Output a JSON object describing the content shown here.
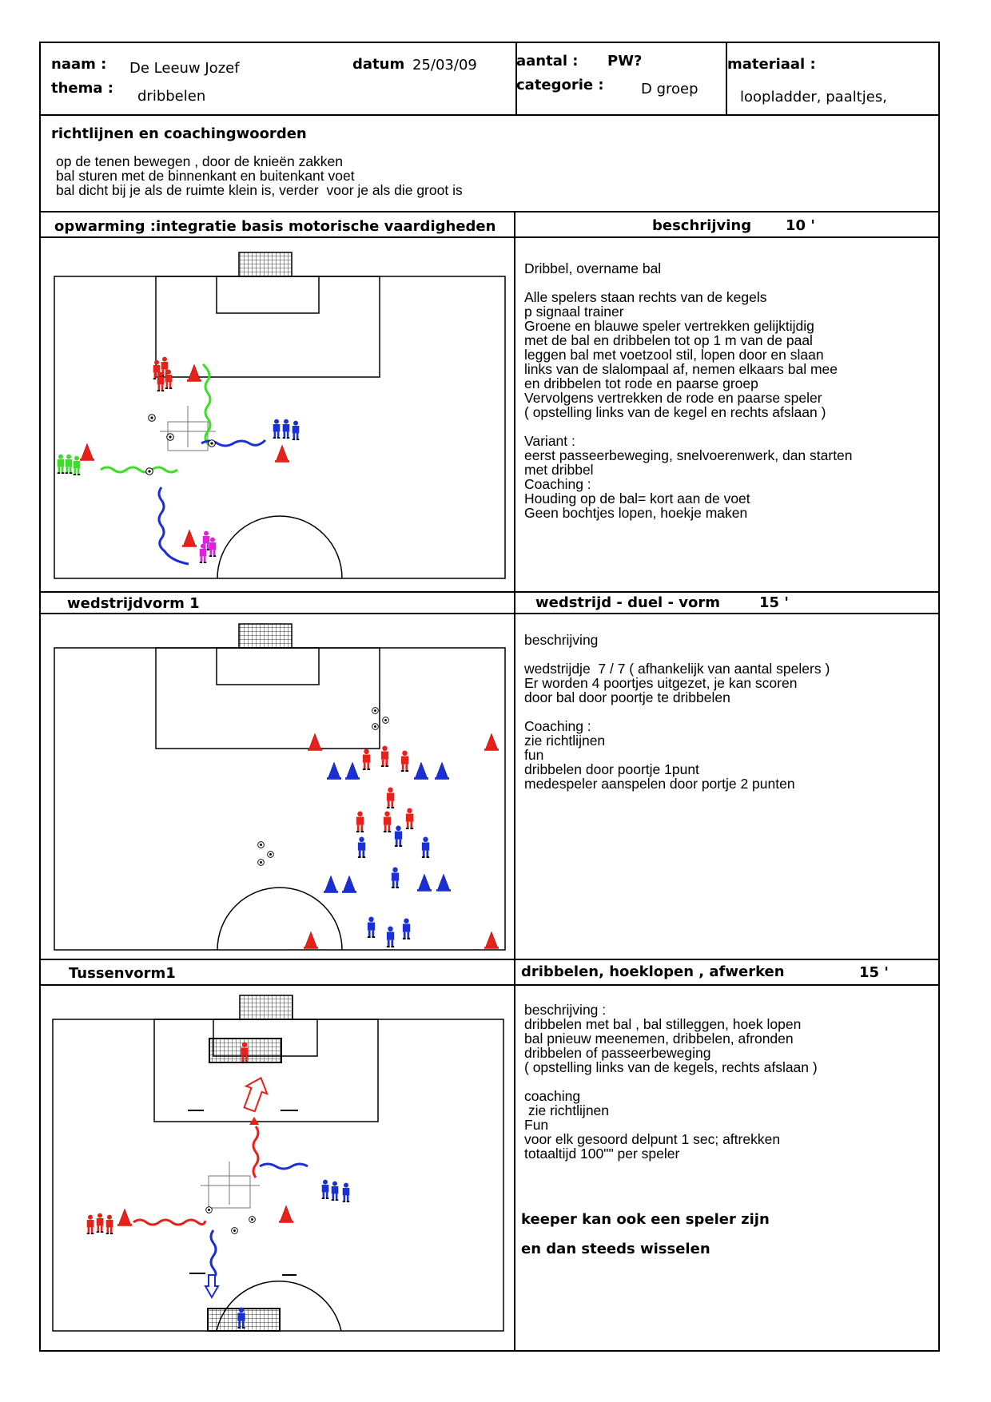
{
  "header": {
    "naam_label": "naam :",
    "naam_value": "De Leeuw Jozef",
    "thema_label": "thema :",
    "thema_value": "dribbelen",
    "datum_label": "datum",
    "datum_value": "25/03/09",
    "aantal_label": "aantal :",
    "aantal_value": "PW?",
    "categorie_label": "categorie :",
    "categorie_value": "D groep",
    "materiaal_label": "materiaal :",
    "materiaal_value": "loopladder, paaltjes,"
  },
  "guidelines": {
    "title": "richtlijnen en coachingwoorden",
    "lines": [
      "op de tenen bewegen , door de knieën zakken",
      "bal sturen met de binnenkant en buitenkant voet",
      "bal dicht bij je als de ruimte klein is, verder  voor je als die groot is"
    ]
  },
  "sections": [
    {
      "left_title": "opwarming :integratie basis motorische vaardigheden",
      "right_title": "beschrijving",
      "duration": "10 '",
      "text": [
        "Dribbel, overname bal",
        "",
        "Alle spelers staan rechts van de kegels",
        "p signaal trainer",
        "Groene en blauwe speler vertrekken gelijktijdig",
        "met de bal en dribbelen tot op 1 m van de paal",
        "leggen bal met voetzool stil, lopen door en slaan",
        "links van de slalompaal af, nemen elkaars bal mee",
        "en dribbelen tot rode en paarse groep",
        "Vervolgens vertrekken de rode en paarse speler",
        "( opstelling links van de kegel en rechts afslaan )",
        "",
        "Variant :",
        "eerst passeerbeweging, snelvoerenwerk, dan starten",
        "met dribbel",
        "Coaching :",
        "Houding op de bal= kort aan de voet",
        "Geen bochtjes lopen, hoekje maken"
      ]
    },
    {
      "left_title": "wedstrijdvorm 1",
      "right_title": "wedstrijd - duel - vorm",
      "duration": "15 '",
      "text": [
        "beschrijving",
        "",
        "wedstrijdje  7 / 7 ( afhankelijk van aantal spelers )",
        "Er worden 4 poortjes uitgezet, je kan scoren",
        "door bal door poortje te dribbelen",
        "",
        "Coaching :",
        "zie richtlijnen",
        "fun",
        "dribbelen door poortje 1punt",
        "medespeler aanspelen door portje 2 punten"
      ]
    },
    {
      "left_title": "Tussenvorm1",
      "right_title": "dribbelen, hoeklopen , afwerken",
      "duration": "15 '",
      "text": [
        "beschrijving :",
        "dribbelen met bal , bal stilleggen, hoek lopen",
        "bal pnieuw meenemen, dribbelen, afronden",
        "dribbelen of passeerbeweging",
        "( opstelling links van de kegels, rechts afslaan )",
        "",
        "coaching",
        " zie richtlijnen",
        "Fun",
        "voor elk gesoord delpunt 1 sec; aftrekken",
        "totaaltijd 100\"\" per speler"
      ],
      "bold_lines": [
        "keeper kan ook een speler zijn",
        "en dan steeds wisselen"
      ]
    }
  ],
  "colors": {
    "red": "#e8211b",
    "blue": "#1a2fd6",
    "green": "#3fdc2a",
    "magenta": "#e020e0"
  }
}
